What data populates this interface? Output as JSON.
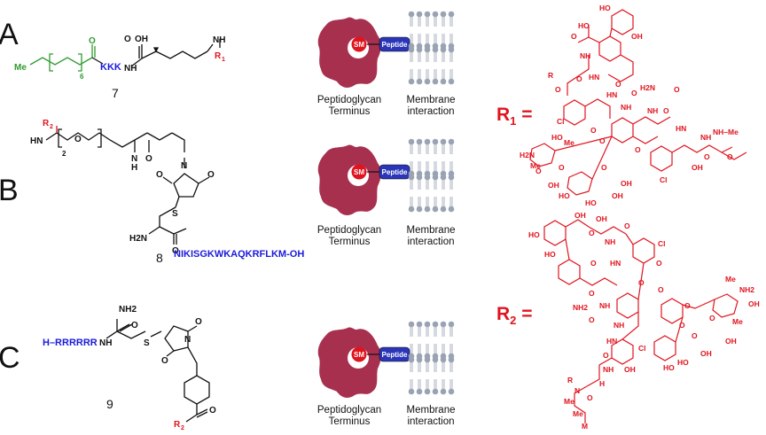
{
  "panels": [
    {
      "letter": "A",
      "compound": "7",
      "labels": {
        "oxo": "O",
        "methyl": "Me",
        "repeat": "6",
        "kkk": "KKK",
        "nh": "NH",
        "cooh": "OH",
        "carbonyl_o": "O",
        "side_nh": "NH",
        "r": "R",
        "r_sub": "1"
      }
    },
    {
      "letter": "B",
      "compound": "8",
      "labels": {
        "r": "R",
        "r_sub": "2",
        "hn": "HN",
        "ether_o": "O",
        "repeat": "2",
        "amide_nh": "N",
        "amide_h": "H",
        "amide_o": "O",
        "imide_n": "N",
        "imide_o1": "O",
        "imide_o2": "O",
        "s": "S",
        "h2n": "H2N",
        "o": "O",
        "peptide": "NIKISGKWKAQKRFLKM-OH"
      }
    },
    {
      "letter": "C",
      "compound": "9",
      "labels": {
        "nh2": "NH2",
        "o": "O",
        "peptide": "H–RRRRRR",
        "nh": "NH",
        "s": "S",
        "imide_n": "N",
        "imide_o1": "O",
        "imide_o2": "O",
        "ketone_o": "O",
        "r": "R",
        "r_sub": "2"
      }
    }
  ],
  "schematic": {
    "sm_label": "SM",
    "peptide_label": "Peptide",
    "left_caption": [
      "Peptidoglycan",
      "Terminus"
    ],
    "right_caption": [
      "Membrane",
      "interaction"
    ]
  },
  "r_groups": [
    {
      "label": "R",
      "sub": "1",
      "eq": "="
    },
    {
      "label": "R",
      "sub": "2",
      "eq": "="
    }
  ],
  "r1_atoms": [
    "HO",
    "OH",
    "HO",
    "O",
    "NH",
    "O",
    "HN",
    "O",
    "R",
    "HN",
    "O",
    "NH",
    "O",
    "H2N",
    "O",
    "Cl",
    "NH",
    "O",
    "O",
    "HN",
    "O",
    "NH",
    "NH–Me",
    "O",
    "O",
    "O",
    "HO",
    "Me",
    "H2N",
    "Me",
    "O",
    "O",
    "O",
    "OH",
    "Cl",
    "OH",
    "HO",
    "HO",
    "OH",
    "OH"
  ],
  "r2_atoms": [
    "HO",
    "OH",
    "O",
    "OH",
    "HO",
    "NH",
    "O",
    "O",
    "O",
    "HN",
    "Cl",
    "O",
    "NH",
    "O",
    "Me",
    "NH2",
    "NH2",
    "O",
    "NH",
    "O",
    "O",
    "O",
    "O",
    "HN",
    "O",
    "Cl",
    "O",
    "Me",
    "OH",
    "HO",
    "HO",
    "OH",
    "NH",
    "OH",
    "OH",
    "R",
    "N",
    "Me",
    "O",
    "H",
    "Me",
    "M"
  ],
  "colors": {
    "red": "#e0141e",
    "blue": "#1a1adb",
    "green": "#2f9a2f",
    "bacteria": "#a8304f",
    "membrane": "#9aa3b3",
    "peptide_box": "#2a35b8"
  }
}
